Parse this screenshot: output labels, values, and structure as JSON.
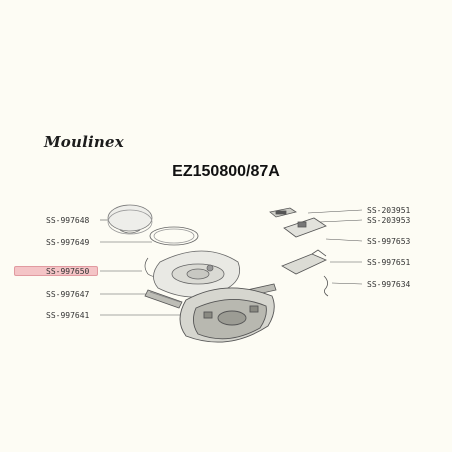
{
  "brand": "Moulinex",
  "model": "EZ150800/87A",
  "highlight_color": "#f4c4c6",
  "parts_left": [
    {
      "code": "SS-997648"
    },
    {
      "code": "SS-997649"
    },
    {
      "code": "SS-997650",
      "highlighted": true
    },
    {
      "code": "SS-997647"
    },
    {
      "code": "SS-997641"
    }
  ],
  "parts_right": [
    {
      "code": "SS-203951"
    },
    {
      "code": "SS-203953"
    },
    {
      "code": "SS-997653"
    },
    {
      "code": "SS-997651"
    },
    {
      "code": "SS-997634"
    }
  ]
}
